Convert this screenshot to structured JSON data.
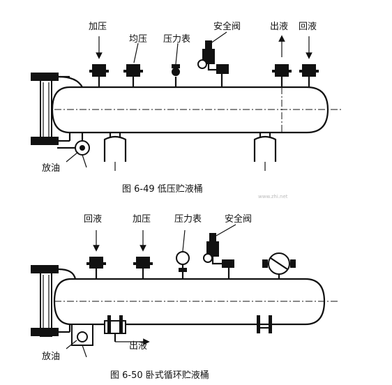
{
  "figures": [
    {
      "caption": "图 6-49   低压贮液桶",
      "labels": {
        "pressurize": "加压",
        "equalize": "均压",
        "pressure_gauge": "压力表",
        "safety_valve": "安全阀",
        "liquid_out": "出液",
        "liquid_return": "回液",
        "oil_drain": "放油"
      }
    },
    {
      "caption": "图 6-50   卧式循环贮液桶",
      "labels": {
        "liquid_return": "回液",
        "pressurize": "加压",
        "pressure_gauge": "压力表",
        "safety_valve": "安全阀",
        "oil_drain": "放油",
        "liquid_out": "出液"
      }
    }
  ],
  "watermark": "www.zhi.net",
  "colors": {
    "ink": "#111111",
    "paper": "#ffffff"
  }
}
